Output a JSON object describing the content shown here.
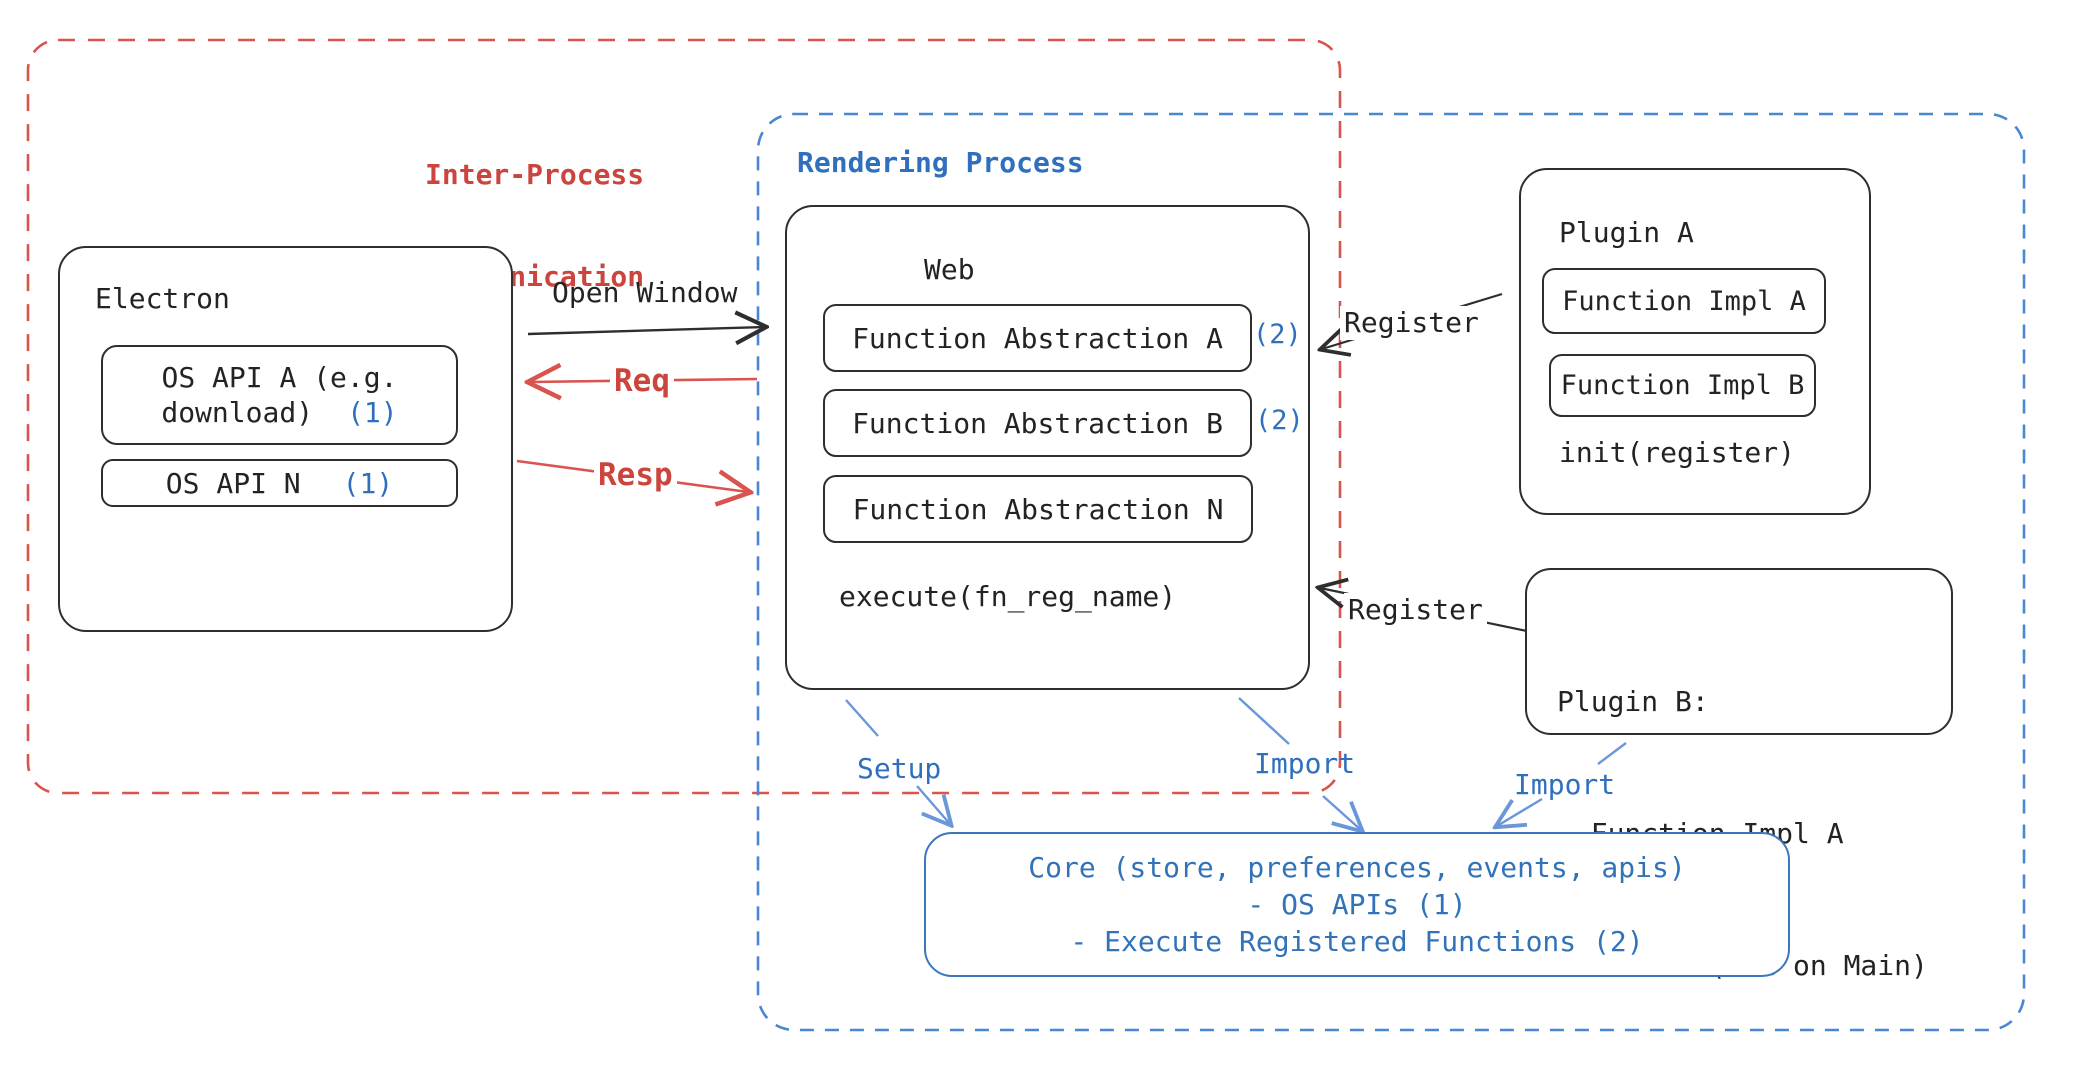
{
  "regions": {
    "ipc": {
      "title_line1": "Inter-Process",
      "title_line2": "Communication",
      "border_color": "#d9544d",
      "text_color": "#cb453e"
    },
    "rendering": {
      "title": "Rendering Process",
      "border_color": "#4a86d1",
      "text_color": "#2e6fbe"
    }
  },
  "electron": {
    "title": "Electron",
    "api_a_line1": "OS API A (e.g.",
    "api_a_line2": "download)",
    "api_a_badge": "(1)",
    "api_n_label": "OS API N",
    "api_n_badge": "(1)"
  },
  "web": {
    "title": "Web",
    "fn_abstraction_a": "Function Abstraction A",
    "fn_abstraction_a_badge": "(2)",
    "fn_abstraction_b": "Function Abstraction B",
    "fn_abstraction_b_badge": "(2)",
    "fn_abstraction_n": "Function Abstraction N",
    "execute_label": "execute(fn_reg_name)"
  },
  "plugin_a": {
    "title": "Plugin A",
    "fn_impl_a": "Function Impl A",
    "fn_impl_b": "Function Impl B",
    "init_label": "init(register)"
  },
  "plugin_b": {
    "title": "Plugin B:",
    "item1": "- Function Impl A",
    "item2": "- Module (run on Main)"
  },
  "core": {
    "line1": "Core (store, preferences, events, apis)",
    "line2": "- OS APIs (1)",
    "line3": "- Execute Registered Functions (2)"
  },
  "arrows": {
    "open_window": "Open Window",
    "req": "Req",
    "resp": "Resp",
    "register_top": "Register",
    "register_bottom": "Register",
    "setup": "Setup",
    "import_web": "Import",
    "import_plugin": "Import"
  },
  "colors": {
    "black_stroke": "#2e2e2e",
    "red_stroke": "#d9534f",
    "blue_stroke": "#6b96d8",
    "blue_badge": "#2e6fbe"
  }
}
